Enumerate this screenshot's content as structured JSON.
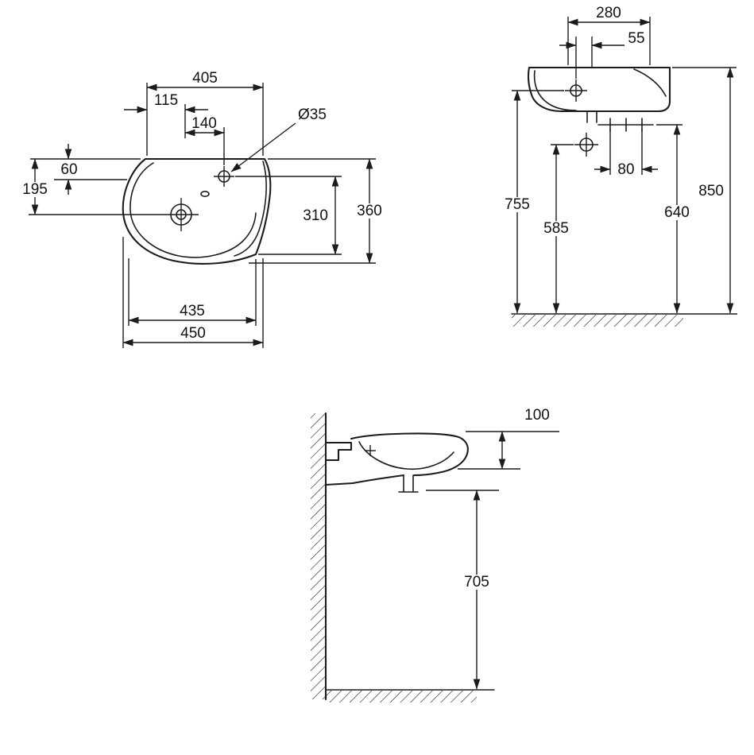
{
  "colors": {
    "line": "#1c1c1c",
    "background": "#ffffff"
  },
  "plan_view": {
    "dims": {
      "overall_width": "405",
      "left_offset": "115",
      "tap_offset": "140",
      "tap_hole_diameter": "Ø35",
      "rim_depth": "60",
      "drain_offset": "195",
      "inner_depth": "310",
      "overall_depth": "360",
      "bowl_width": "435",
      "max_width": "450"
    }
  },
  "front_view": {
    "dims": {
      "fixing_span": "280",
      "tap_to_fixing": "55",
      "outlet_span": "80",
      "tap_height": "755",
      "trap_height": "585",
      "fixing_height": "640",
      "overall_height": "850"
    }
  },
  "side_view": {
    "dims": {
      "rim_height": "100",
      "underside_clearance": "705"
    }
  }
}
